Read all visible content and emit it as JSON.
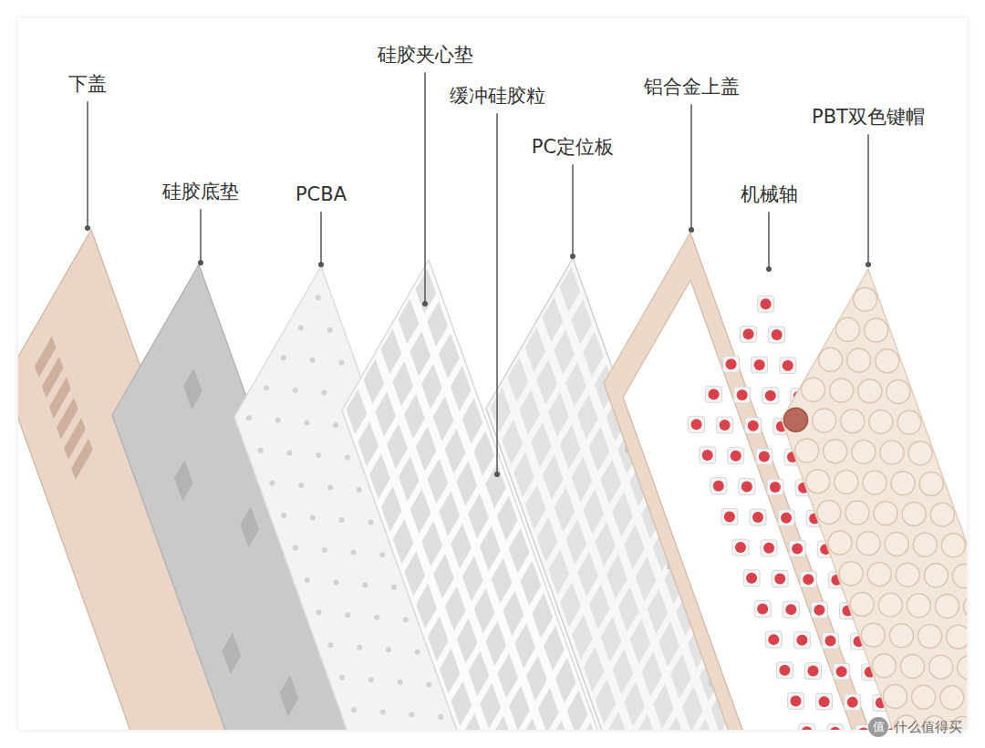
{
  "diagram": {
    "labels": [
      "下盖",
      "硅胶底垫",
      "PCBA",
      "硅胶夹心垫",
      "缓冲硅胶粒",
      "PC定位板",
      "铝合金上盖",
      "机械轴",
      "PBT双色键帽",
      "值",
      "什么值得买"
    ]
  }
}
